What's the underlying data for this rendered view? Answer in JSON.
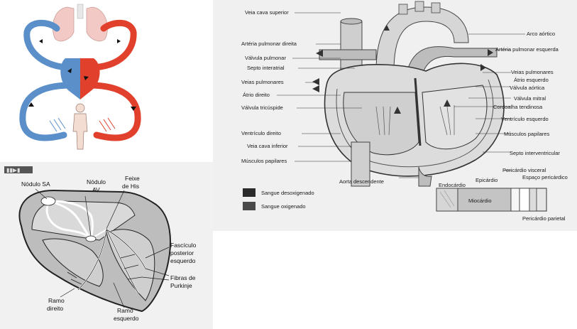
{
  "heart_anatomy": {
    "labels": {
      "veia_cava_superior": "Veia cava superior",
      "arteria_pulmonar_direita": "Artéria pulmonar direita",
      "valvula_pulmonar": "Válvula pulmonar",
      "septo_interatrial": "Septo interatrial",
      "veias_pulmonares_dir": "Veias pulmonares",
      "atrio_direito": "Átrio direito",
      "valvula_tricuspide": "Válvula tricúspide",
      "ventriculo_direito": "Ventrículo direito",
      "veia_cava_inferior": "Veia cava inferior",
      "musculos_papilares_dir": "Músculos papilares",
      "aorta_descendente": "Aorta descendente",
      "arco_aortico": "Arco aórtico",
      "arteria_pulmonar_esquerda": "Artéria pulmonar esquerda",
      "veias_pulmonares_esq": "Veias pulmonares",
      "atrio_esquerdo": "Átrio esquerdo",
      "valvula_aortica": "Válvula aórtica",
      "valvula_mitral": "Válvula mitral",
      "cordoalha_tendinosa": "Cordoalha tendinosa",
      "ventriculo_esquerdo": "Ventrículo esquerdo",
      "musculos_papilares_esq": "Músculos papilares",
      "septo_interventricular": "Septo interventricular",
      "pericardio_visceral": "Pericárdio visceral",
      "espaco_pericardico": "Espaço pericárdico",
      "epicardio": "Epicárdio",
      "endocardio": "Endocárdio",
      "miocardio": "Miocárdio",
      "pericardio_parietal": "Pericárdio parietal"
    },
    "legend": [
      {
        "label": "Sangue desoxigenado",
        "color": "#2b2b2b"
      },
      {
        "label": "Sangue oxigenado",
        "color": "#4a4a4a"
      }
    ]
  },
  "conduction": {
    "icon_tag": "▮▮▶▮",
    "labels": {
      "nodulo_sa": "Nódulo SA",
      "nodulo_av": "Nódulo AV",
      "feixe_his": "Feixe de His",
      "fasciculo_posterior": "Fascículo posterior esquerdo",
      "fibras_purkinje": "Fibras de Purkinje",
      "ramo_direito": "Ramo direito",
      "ramo_esquerdo": "Ramo esquerdo"
    }
  },
  "colors": {
    "oxygenated": "#e0402c",
    "deoxygenated": "#5b8fc9",
    "lung": "#f2c9c4"
  }
}
